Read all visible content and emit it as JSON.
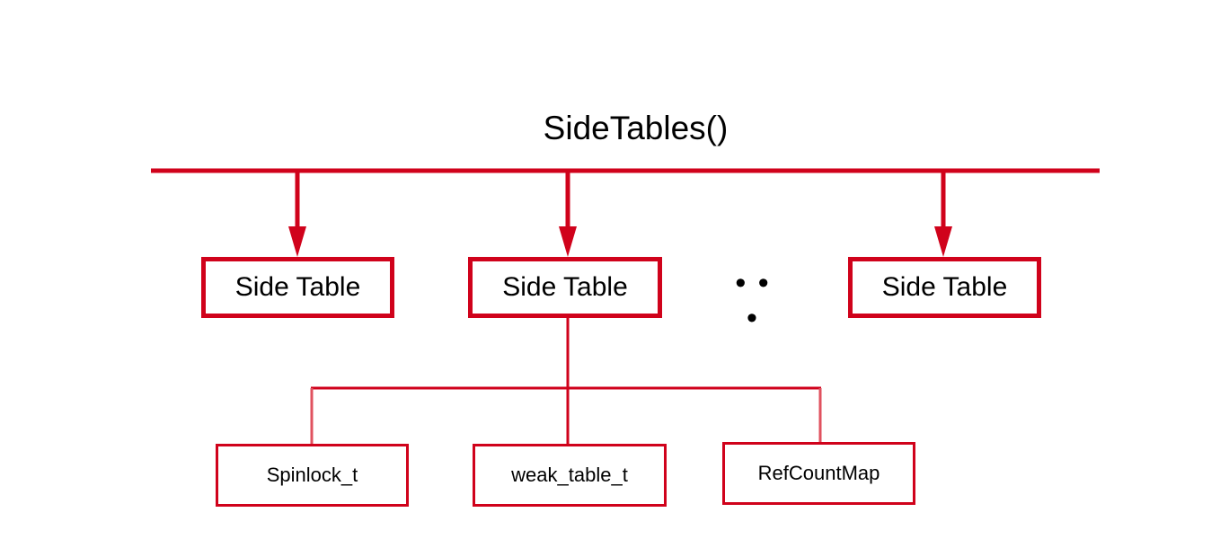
{
  "diagram": {
    "title": "SideTables()",
    "tables": [
      {
        "label": "Side Table"
      },
      {
        "label": "Side Table"
      },
      {
        "label": "Side Table"
      }
    ],
    "ellipsis": "• • •",
    "components": [
      {
        "label": "Spinlock_t"
      },
      {
        "label": "weak_table_t"
      },
      {
        "label": "RefCountMap"
      }
    ]
  },
  "colors": {
    "accent": "#d0021b",
    "branch_light": "#e0525f",
    "text": "#000000",
    "background": "#ffffff"
  }
}
